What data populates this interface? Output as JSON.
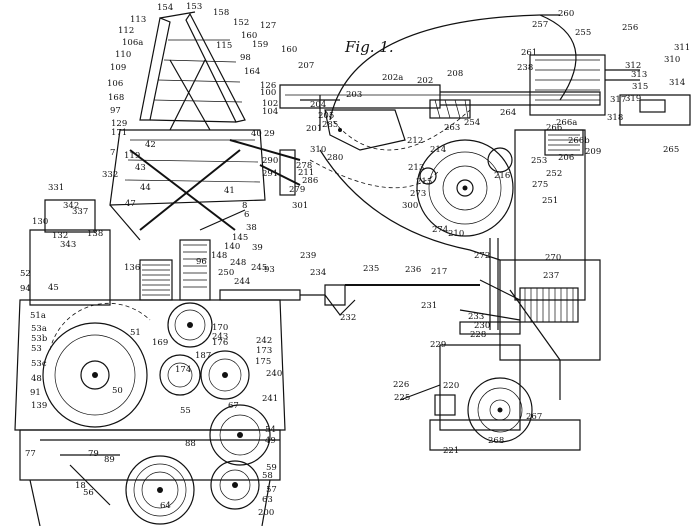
{
  "figure": {
    "title": "Fig. 1.",
    "labels": [
      "154",
      "153",
      "158",
      "113",
      "152",
      "127",
      "112",
      "160",
      "106a",
      "115",
      "159",
      "160",
      "110",
      "98",
      "109",
      "164",
      "126",
      "106",
      "100",
      "168",
      "102",
      "97",
      "104",
      "129",
      "171",
      "42",
      "40",
      "29",
      "119",
      "43",
      "44",
      "47",
      "41",
      "8",
      "7",
      "6",
      "38",
      "39",
      "331",
      "332",
      "342",
      "337",
      "130",
      "343",
      "138",
      "132",
      "136",
      "145",
      "140",
      "148",
      "96",
      "248",
      "250",
      "244",
      "245",
      "93",
      "52",
      "94",
      "45",
      "51a",
      "53a",
      "53b",
      "53",
      "51",
      "53c",
      "48",
      "50",
      "91",
      "139",
      "169",
      "170",
      "243",
      "176",
      "242",
      "173",
      "187",
      "174",
      "175",
      "240",
      "241",
      "67",
      "55",
      "54",
      "49",
      "88",
      "77",
      "79",
      "89",
      "18",
      "56",
      "64",
      "59",
      "58",
      "57",
      "63",
      "200",
      "207",
      "202a",
      "208",
      "202",
      "203",
      "204",
      "205",
      "285",
      "201",
      "300",
      "310",
      "280",
      "290",
      "278",
      "286",
      "279",
      "301",
      "291",
      "211",
      "212",
      "213",
      "214",
      "215",
      "273",
      "274",
      "210",
      "254",
      "216",
      "275",
      "251",
      "252",
      "253",
      "263",
      "264",
      "266",
      "266a",
      "266b",
      "206",
      "209",
      "265",
      "317",
      "318",
      "319",
      "315",
      "314",
      "313",
      "312",
      "311",
      "310",
      "256",
      "257",
      "260",
      "255",
      "261",
      "238",
      "239",
      "234",
      "235",
      "236",
      "217",
      "272",
      "270",
      "237",
      "232",
      "231",
      "233",
      "230",
      "228",
      "229",
      "226",
      "225",
      "220",
      "221",
      "267",
      "268"
    ]
  }
}
